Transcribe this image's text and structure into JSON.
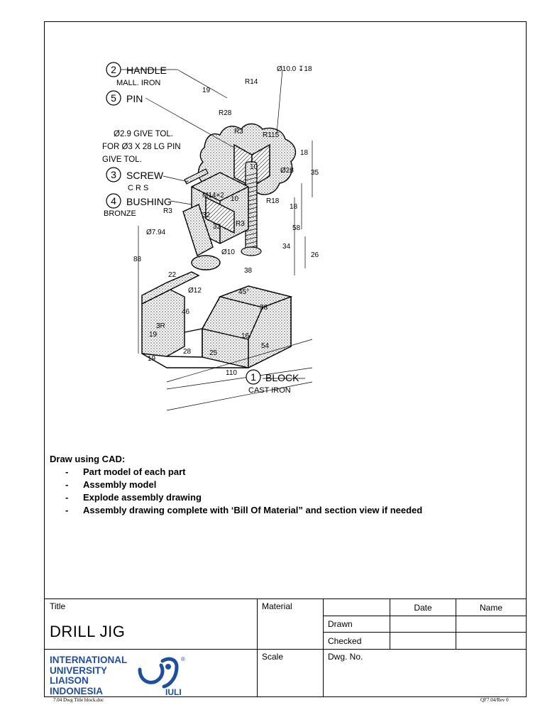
{
  "drawing": {
    "labels": {
      "handle_num": "2",
      "handle": "HANDLE",
      "handle_mat": "MALL. IRON",
      "pin_num": "5",
      "pin": "PIN",
      "pin_note1": "Ø2.9 GIVE TOL.",
      "pin_note2": "FOR Ø3 X 28 LG PIN",
      "pin_note3": "GIVE TOL.",
      "screw_num": "3",
      "screw": "SCREW",
      "screw_mat": "C R S",
      "bushing_num": "4",
      "bushing": "BUSHING",
      "bushing_mat": "BRONZE",
      "block_num": "1",
      "block": "BLOCK",
      "block_mat": "CAST IRON",
      "dims": [
        "Ø10.0 ↧18",
        "R14",
        "19",
        "R28",
        "R3",
        "R115",
        "Ø28",
        "18",
        "35",
        "10",
        "M14×2",
        "10",
        "R18",
        "18",
        "58",
        "R3",
        "32",
        "R3",
        "32",
        "Ø7.94",
        "Ø10",
        "34",
        "26",
        "88",
        "38",
        "22",
        "Ø12",
        "45°",
        "38",
        "46",
        "3R",
        "19",
        "16",
        "19",
        "28",
        "25",
        "54",
        "110"
      ]
    }
  },
  "instructions": {
    "heading": "Draw using CAD:",
    "items": [
      "Part model of each part",
      "Assembly model",
      "Explode assembly drawing",
      "Assembly drawing complete with ‘Bill Of Material” and section view if needed"
    ]
  },
  "title_block": {
    "title_label": "Title",
    "title_value": "DRILL JIG",
    "material_label": "Material",
    "date_label": "Date",
    "name_label": "Name",
    "drawn_label": "Drawn",
    "checked_label": "Checked",
    "scale_label": "Scale",
    "dwg_no_label": "Dwg. No.",
    "logo_lines": [
      "INTERNATIONAL",
      "UNIVERSITY",
      "LIAISON",
      "INDONESIA"
    ],
    "logo_mark": "IULI",
    "logo_registered": "®"
  },
  "footer": {
    "left": "7.04 Dwg Title block.doc",
    "right": "QF7.04/Rev 0"
  },
  "colors": {
    "logo_blue": "#1f4f9c"
  }
}
